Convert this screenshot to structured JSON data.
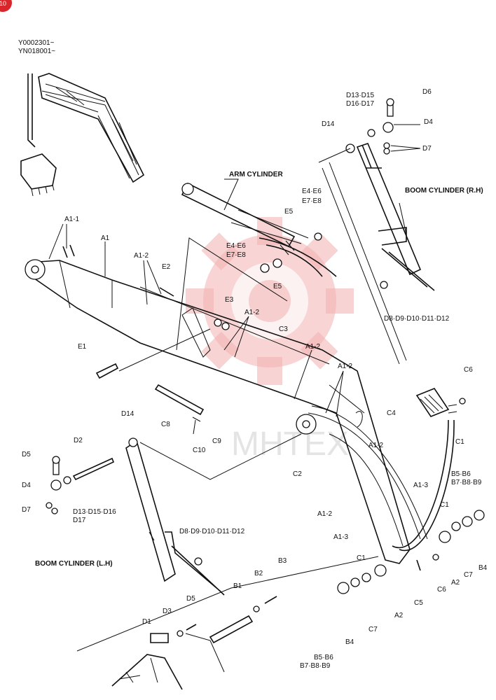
{
  "page_badge": "10",
  "serial_ranges": [
    "Y0002301~",
    "YN018001~"
  ],
  "assembly_titles": {
    "arm_cylinder": "ARM CYLINDER",
    "boom_cylinder_rh": "BOOM CYLINDER (R.H)",
    "boom_cylinder_lh": "BOOM CYLINDER (L.H)"
  },
  "watermark_text": "MHTEX",
  "callouts": [
    {
      "id": "d13-d15-rh",
      "text": "D13·D15"
    },
    {
      "id": "d16-d17-rh",
      "text": "D16·D17"
    },
    {
      "id": "d6-rh",
      "text": "D6"
    },
    {
      "id": "d14-rh",
      "text": "D14"
    },
    {
      "id": "d4-rh",
      "text": "D4"
    },
    {
      "id": "d7-rh",
      "text": "D7"
    },
    {
      "id": "e4-e6-top",
      "text": "E4·E6"
    },
    {
      "id": "e7-e8-top",
      "text": "E7·E8"
    },
    {
      "id": "e5-top",
      "text": "E5"
    },
    {
      "id": "a1-1",
      "text": "A1-1"
    },
    {
      "id": "a1",
      "text": "A1"
    },
    {
      "id": "a1-2-left",
      "text": "A1-2"
    },
    {
      "id": "e2",
      "text": "E2"
    },
    {
      "id": "e4-e6-mid",
      "text": "E4·E6"
    },
    {
      "id": "e7-e8-mid",
      "text": "E7·E8"
    },
    {
      "id": "e5-mid",
      "text": "E5"
    },
    {
      "id": "d8-d12-rh",
      "text": "D8·D9·D10·D11·D12"
    },
    {
      "id": "e3",
      "text": "E3"
    },
    {
      "id": "a1-2-center",
      "text": "A1-2"
    },
    {
      "id": "c3",
      "text": "C3"
    },
    {
      "id": "e1",
      "text": "E1"
    },
    {
      "id": "a1-2-right",
      "text": "A1-2"
    },
    {
      "id": "a1-2-right2",
      "text": "A1-2"
    },
    {
      "id": "c6-top",
      "text": "C6"
    },
    {
      "id": "c4",
      "text": "C4"
    },
    {
      "id": "c8",
      "text": "C8"
    },
    {
      "id": "c9",
      "text": "C9"
    },
    {
      "id": "c10",
      "text": "C10"
    },
    {
      "id": "d14-lh",
      "text": "D14"
    },
    {
      "id": "c1-top",
      "text": "C1"
    },
    {
      "id": "d2",
      "text": "D2"
    },
    {
      "id": "d5-lh",
      "text": "D5"
    },
    {
      "id": "c2",
      "text": "C2"
    },
    {
      "id": "a1-2-lower",
      "text": "A1-2"
    },
    {
      "id": "d4-lh",
      "text": "D4"
    },
    {
      "id": "d13-d15-d16-lh",
      "text": "D13·D15·D16"
    },
    {
      "id": "d17-lh",
      "text": "D17"
    },
    {
      "id": "d7-lh",
      "text": "D7"
    },
    {
      "id": "b5-b6-right",
      "text": "B5·B6"
    },
    {
      "id": "b7-b9-right",
      "text": "B7·B8·B9"
    },
    {
      "id": "a1-3-top",
      "text": "A1-3"
    },
    {
      "id": "a1-2-bottom",
      "text": "A1-2"
    },
    {
      "id": "c1-mid",
      "text": "C1"
    },
    {
      "id": "d8-d12-lh",
      "text": "D8·D9·D10·D11·D12"
    },
    {
      "id": "a1-3-bottom",
      "text": "A1-3"
    },
    {
      "id": "c7-right",
      "text": "C7"
    },
    {
      "id": "b4-right",
      "text": "B4"
    },
    {
      "id": "c1-lower",
      "text": "C1"
    },
    {
      "id": "a2-right",
      "text": "A2"
    },
    {
      "id": "c6-lower",
      "text": "C6"
    },
    {
      "id": "b3",
      "text": "B3"
    },
    {
      "id": "c5",
      "text": "C5"
    },
    {
      "id": "b2",
      "text": "B2"
    },
    {
      "id": "b1",
      "text": "B1"
    },
    {
      "id": "d5-bottom",
      "text": "D5"
    },
    {
      "id": "a2-bottom",
      "text": "A2"
    },
    {
      "id": "d3",
      "text": "D3"
    },
    {
      "id": "d1",
      "text": "D1"
    },
    {
      "id": "c7-bottom",
      "text": "C7"
    },
    {
      "id": "b4-bottom",
      "text": "B4"
    },
    {
      "id": "b5-b6-bottom",
      "text": "B5·B6"
    },
    {
      "id": "b7-b9-bottom",
      "text": "B7·B8·B9"
    }
  ]
}
